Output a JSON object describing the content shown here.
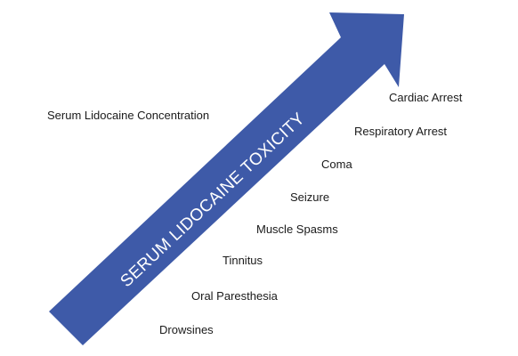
{
  "diagram": {
    "arrow_label": "SERUM LIDOCAINE TOXICITY",
    "side_label": "Serum Lidocaine Concentration",
    "steps": [
      "Cardiac Arrest",
      "Respiratory Arrest",
      "Coma",
      "Seizure",
      "Muscle Spasms",
      "Tinnitus",
      "Oral Paresthesia",
      "Drowsines"
    ]
  },
  "colors": {
    "arrow_fill": "#3e5aa8",
    "arrow_text": "#ffffff",
    "label_text": "#1a1a1a",
    "background": "#ffffff"
  }
}
